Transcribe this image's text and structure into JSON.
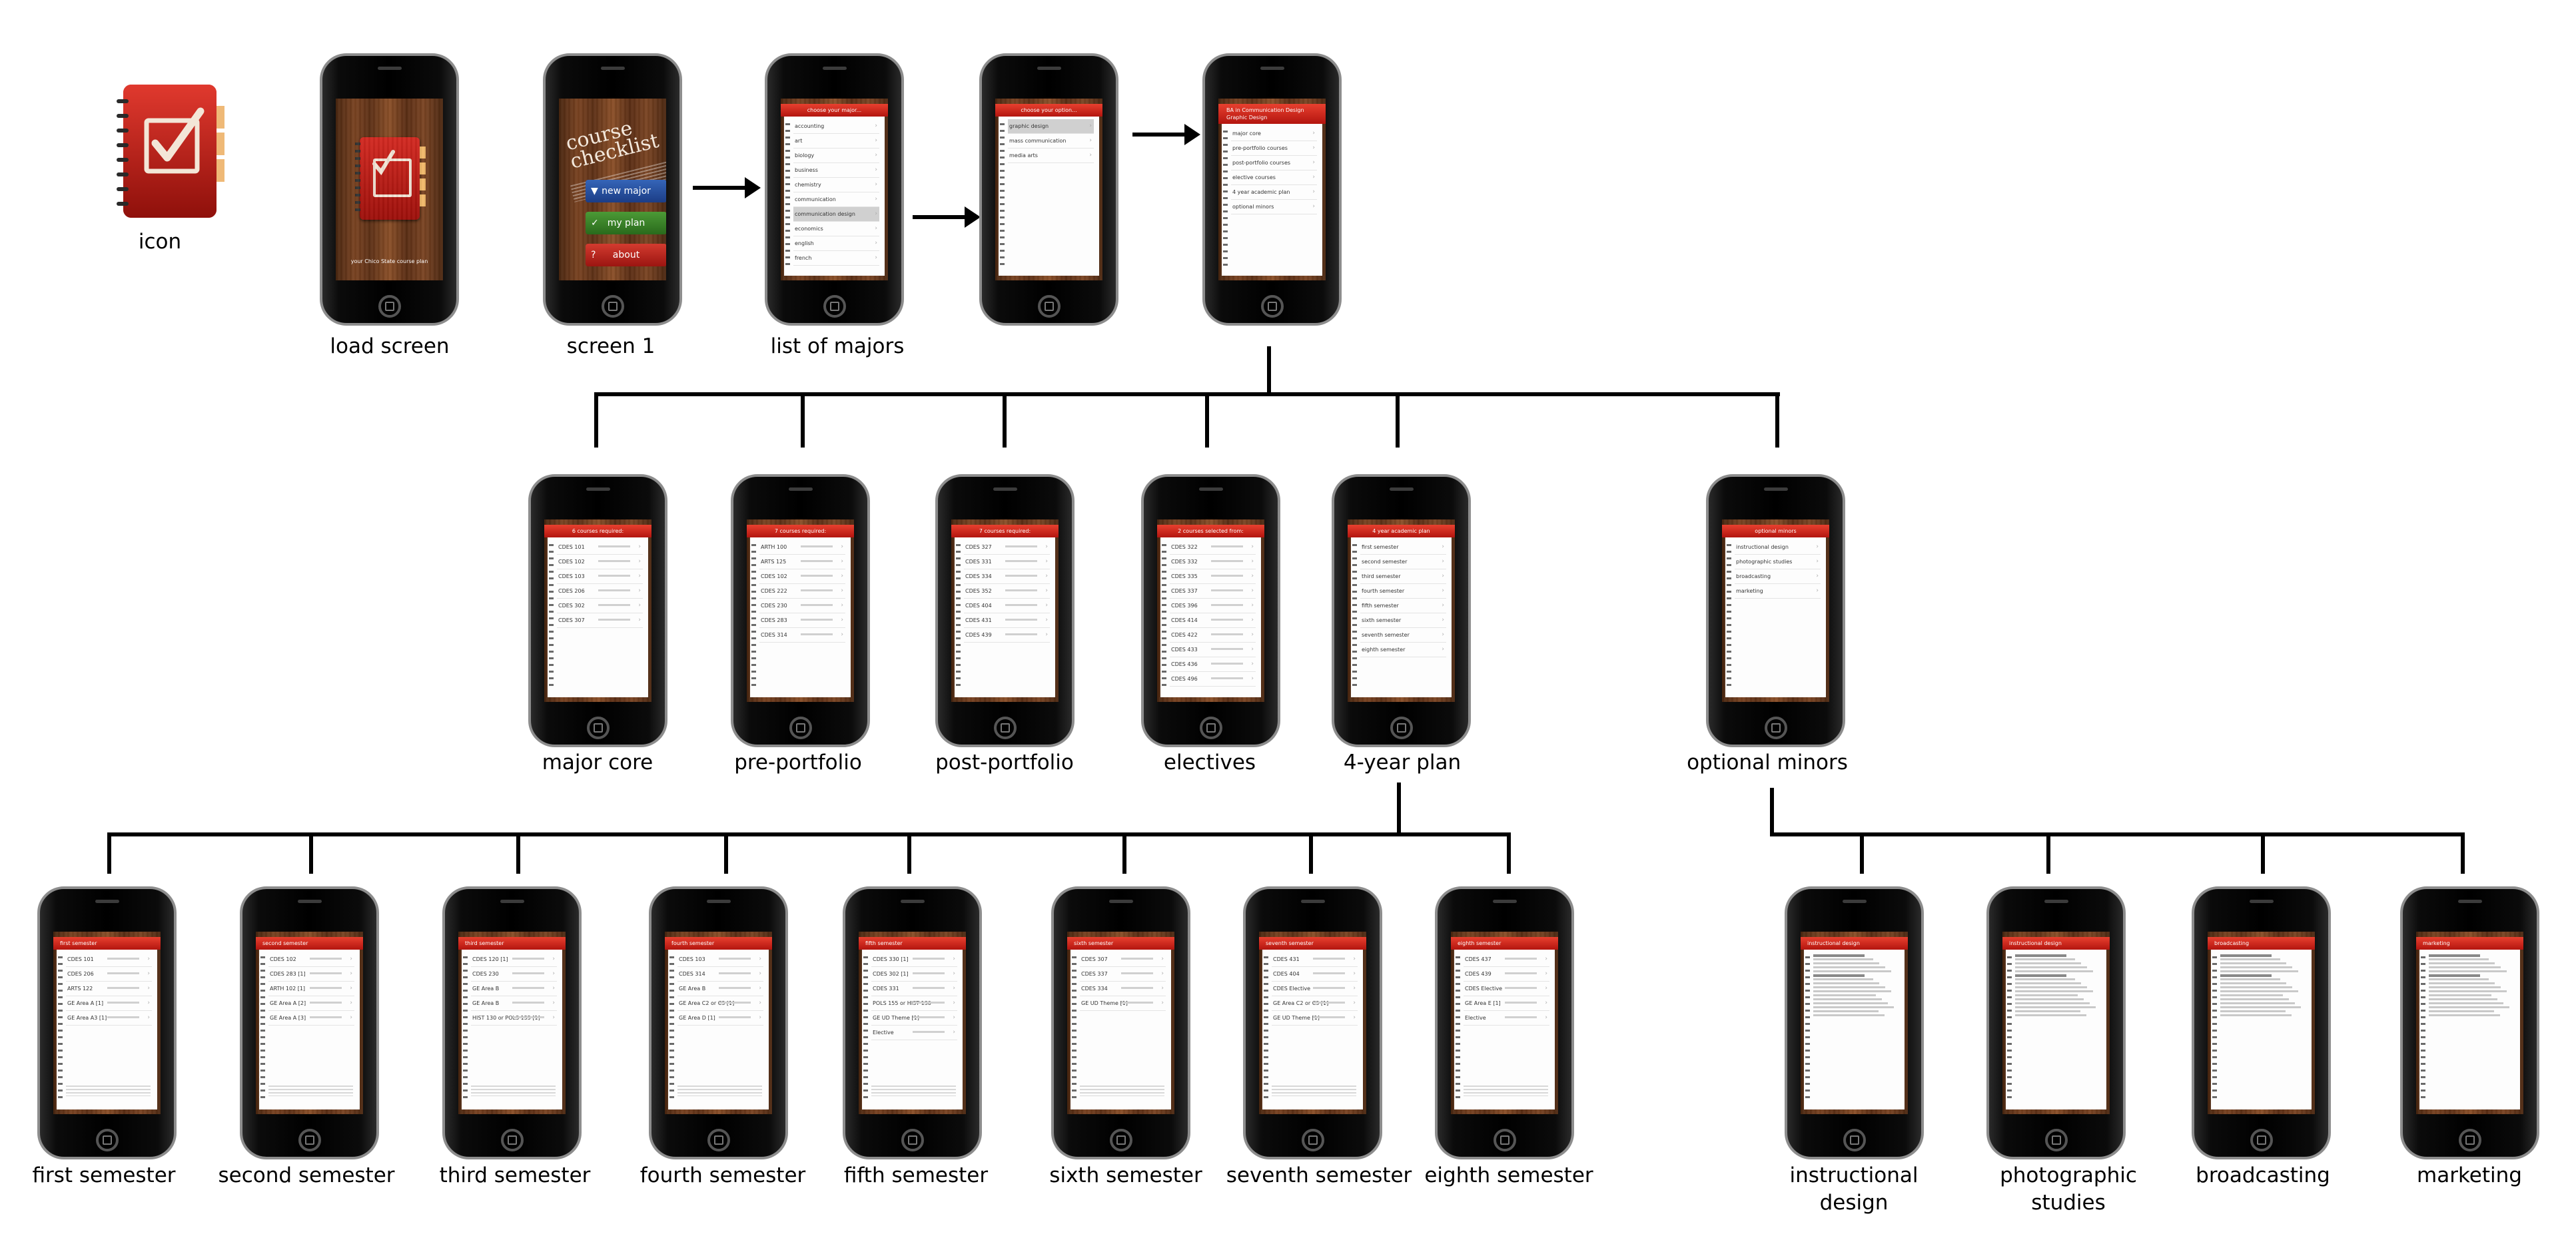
{
  "colors": {
    "header_red": "#c9231a",
    "wood": "#7a4322",
    "wire": "#000000"
  },
  "icon": {
    "label": "icon",
    "name": "checklist-notebook-icon"
  },
  "load_screen": {
    "label": "load screen",
    "tagline": "your Chico State course plan"
  },
  "screen1": {
    "label": "screen 1",
    "title": "course checklist",
    "buttons": [
      {
        "label": "new major",
        "icon": "arrow-down-icon"
      },
      {
        "label": "my plan",
        "icon": "check-icon"
      },
      {
        "label": "about",
        "icon": "question-icon"
      }
    ]
  },
  "majors": {
    "label": "list of majors",
    "header": "choose your major...",
    "items": [
      "accounting",
      "art",
      "biology",
      "business",
      "chemistry",
      "communication",
      "communication design",
      "economics",
      "english",
      "french"
    ]
  },
  "option": {
    "header": "choose your option...",
    "items": [
      "graphic design",
      "mass communication",
      "media arts"
    ]
  },
  "degree": {
    "header": "BA in Communication Design Graphic Design",
    "items": [
      "major core",
      "pre-portfolio courses",
      "post-portfolio courses",
      "elective courses",
      "4 year academic plan",
      "optional minors"
    ]
  },
  "major_core": {
    "label": "major core",
    "header": "6 courses required:",
    "items": [
      "CDES 101",
      "CDES 102",
      "CDES 103",
      "CDES 206",
      "CDES 302",
      "CDES 307"
    ]
  },
  "pre_portfolio": {
    "label": "pre-portfolio",
    "header": "7 courses required:",
    "items": [
      "ARTH 100",
      "ARTS 125",
      "CDES 102",
      "CDES 222",
      "CDES 230",
      "CDES 283",
      "CDES 314"
    ]
  },
  "post_portfolio": {
    "label": "post-portfolio",
    "header": "7 courses required:",
    "items": [
      "CDES 327",
      "CDES 331",
      "CDES 334",
      "CDES 352",
      "CDES 404",
      "CDES 431",
      "CDES 439"
    ]
  },
  "electives": {
    "label": "electives",
    "header": "2 courses selected from:",
    "items": [
      "CDES 322",
      "CDES 332",
      "CDES 335",
      "CDES 337",
      "CDES 396",
      "CDES 414",
      "CDES 422",
      "CDES 433",
      "CDES 436",
      "CDES 496"
    ]
  },
  "plan": {
    "label": "4-year plan",
    "header": "4 year academic plan",
    "items": [
      "first semester",
      "second semester",
      "third semester",
      "fourth semester",
      "fifth semester",
      "sixth semester",
      "seventh semester",
      "eighth semester"
    ]
  },
  "minors": {
    "label": "optional minors",
    "header": "optional minors",
    "items": [
      "instructional design",
      "photographic studies",
      "broadcasting",
      "marketing"
    ]
  },
  "semesters": [
    {
      "label": "first semester",
      "header": "first semester",
      "items": [
        "CDES 101",
        "CDES 206",
        "ARTS 122",
        "GE Area A [1]",
        "GE Area A3 [1]"
      ]
    },
    {
      "label": "second semester",
      "header": "second semester",
      "items": [
        "CDES 102",
        "CDES 283 [1]",
        "ARTH 102 [1]",
        "GE Area A [2]",
        "GE Area A [3]"
      ]
    },
    {
      "label": "third semester",
      "header": "third semester",
      "items": [
        "CDES 120 [1]",
        "CDES 230",
        "GE Area B",
        "GE Area B",
        "HIST 130 or POLS 155 [1]"
      ]
    },
    {
      "label": "fourth semester",
      "header": "fourth semester",
      "items": [
        "CDES 103",
        "CDES 314",
        "GE Area B",
        "GE Area C2 or C3 [1]",
        "GE Area D [1]"
      ]
    },
    {
      "label": "fifth semester",
      "header": "fifth semester",
      "items": [
        "CDES 330 [1]",
        "CDES 302 [1]",
        "CDES 331",
        "POLS 155 or HIST 130",
        "GE UD Theme [1]",
        "Elective"
      ]
    },
    {
      "label": "sixth semester",
      "header": "sixth semester",
      "items": [
        "CDES 307",
        "CDES 337",
        "CDES 334",
        "GE UD Theme [1]"
      ]
    },
    {
      "label": "seventh semester",
      "header": "seventh semester",
      "items": [
        "CDES 431",
        "CDES 404",
        "CDES Elective",
        "GE Area C2 or C3 [1]",
        "GE UD Theme [1]"
      ]
    },
    {
      "label": "eighth semester",
      "header": "eighth semester",
      "items": [
        "CDES 437",
        "CDES 439",
        "CDES Elective",
        "GE Area E [1]",
        "Elective"
      ]
    }
  ],
  "minor_pages": [
    {
      "label": "instructional design",
      "header": "instructional design"
    },
    {
      "label": "photographic studies",
      "header": "instructional design"
    },
    {
      "label": "broadcasting",
      "header": "broadcasting"
    },
    {
      "label": "marketing",
      "header": "marketing"
    }
  ]
}
